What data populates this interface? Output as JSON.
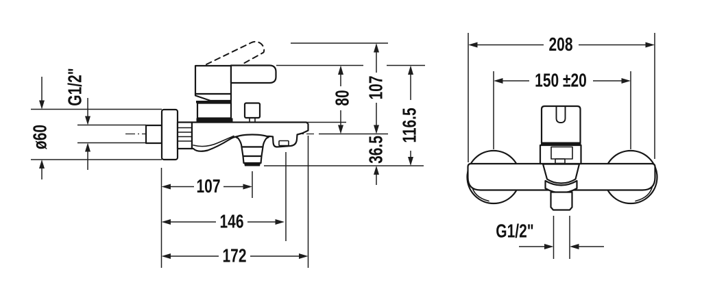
{
  "drawing": {
    "kind": "faucet-technical-drawing",
    "colors": {
      "background": "#ffffff",
      "line": "#161616",
      "dimension": "#1e1e1e"
    },
    "views": {
      "side": {
        "labels": {
          "supply_thread": "G1/2\"",
          "flange_diameter": "ø60",
          "center_to_handle_top": "80",
          "center_to_raised_lever_top": "107",
          "handle_top_to_aerator_bottom": "116.5",
          "center_to_aerator_bottom": "36.5",
          "wall_to_spout_center": "107",
          "wall_to_shower_outlet": "146",
          "wall_to_front": "172"
        }
      },
      "front": {
        "labels": {
          "overall_width": "208",
          "connection_distance": "150 ±20",
          "outlet_thread": "G1/2\""
        }
      }
    }
  }
}
